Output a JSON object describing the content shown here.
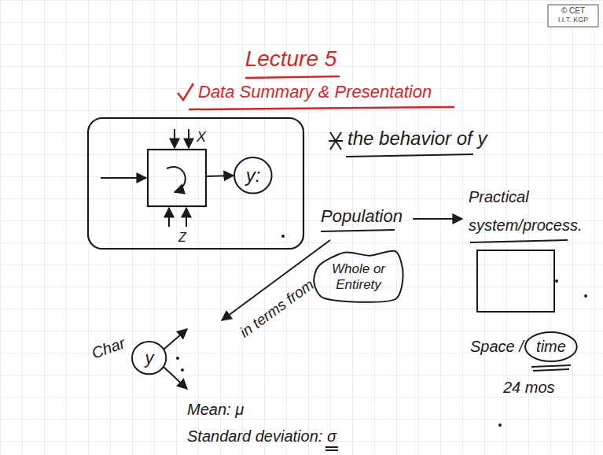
{
  "diagram": {
    "title": "Lecture 5",
    "nodes": [
      {
        "text": [
          "y:"
        ]
      },
      {
        "text": [
          "Whole or Entirety"
        ]
      },
      {
        "text": [
          "time"
        ]
      },
      {
        "text": [
          "y"
        ]
      }
    ],
    "labels": [
      "© CET",
      "I.I.T. KGP",
      "Data Summary & Presentation",
      "X",
      "Z",
      "the behavior of y",
      "Population",
      "Practical system/process.",
      "in terms from",
      "Char",
      "Space /",
      "24 mos",
      "Mean: μ",
      "Standard deviation: σ"
    ]
  }
}
